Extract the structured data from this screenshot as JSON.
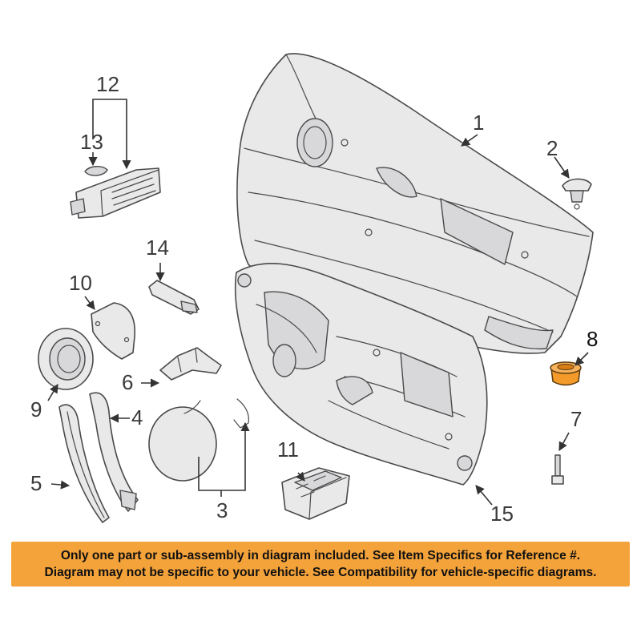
{
  "callouts": {
    "c1": "1",
    "c2": "2",
    "c3": "3",
    "c4": "4",
    "c5": "5",
    "c6": "6",
    "c7": "7",
    "c8": "8",
    "c9": "9",
    "c10": "10",
    "c11": "11",
    "c12": "12",
    "c13": "13",
    "c14": "14",
    "c15": "15"
  },
  "highlighted_part": "8",
  "banner": {
    "line1": "Only one part or sub-assembly in diagram included. See Item Specifics for Reference #.",
    "line2": "Diagram may not be specific to your vehicle. See Compatibility for vehicle-specific diagrams."
  },
  "colors": {
    "banner_bg": "#f4a23a",
    "highlight": "#f39a2a",
    "line": "#4a4a4a",
    "background": "#ffffff"
  }
}
